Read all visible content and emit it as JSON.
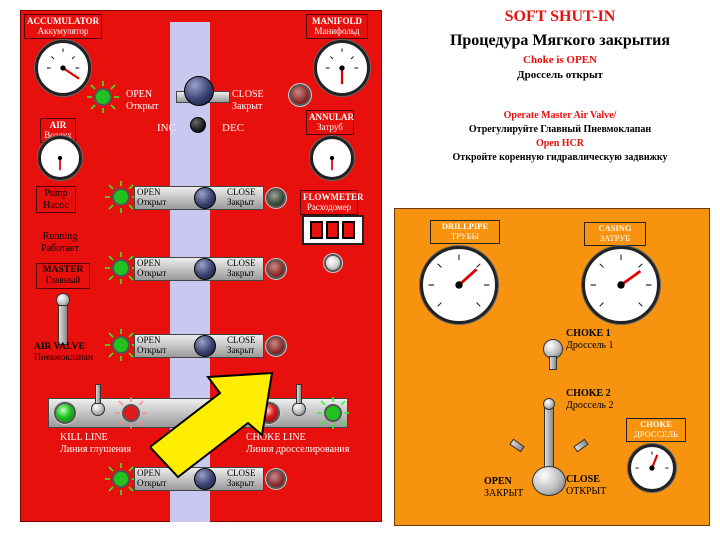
{
  "header": {
    "title_en": "SOFT SHUT-IN",
    "title_ru": "Процедура Мягкого закрытия",
    "status_en": "Choke is OPEN",
    "status_ru": "Дроссель открыт",
    "step_en": "Operate Master Air Valve/",
    "step_ru": "Отрегулируйте Главный Пневмоклапан",
    "step2_en": "Open HCR",
    "step2_ru": "Откройте коренную гидравлическую задвижку"
  },
  "left_panel": {
    "accumulator": {
      "en": "ACCUMULATOR",
      "ru": "Аккумулятор"
    },
    "manifold": {
      "en": "MANIFOLD",
      "ru": "Манифольд"
    },
    "air": {
      "en": "AIR",
      "ru": "Воздух"
    },
    "annular": {
      "en": "ANNULAR",
      "ru": "Затруб"
    },
    "pump": {
      "en": "Pump",
      "ru": "Насос"
    },
    "running": {
      "en": "Running",
      "ru": "Работает"
    },
    "flowmeter": {
      "en": "FLOWMETER",
      "ru": "Расходомер"
    },
    "master_air": {
      "en1": "MASTER",
      "ru1": "Главный",
      "en2": "AIR VALVE",
      "ru2": "Пневмоклапан"
    },
    "inc": "INC",
    "dec": "DEC",
    "kill_line": {
      "en": "KILL LINE",
      "ru": "Линия глушения"
    },
    "choke_line": {
      "en": "CHOKE LINE",
      "ru": "Линия дросселирования"
    },
    "valves": [
      {
        "open_en": "OPEN",
        "open_ru": "Открыт",
        "close_en": "CLOSE",
        "close_ru": "Закрыт"
      },
      {
        "open_en": "OPEN",
        "open_ru": "Открыт",
        "close_en": "CLOSE",
        "close_ru": "Закрыт"
      },
      {
        "open_en": "OPEN",
        "open_ru": "Открыт",
        "close_en": "CLOSE",
        "close_ru": "Закрыт"
      },
      {
        "open_en": "OPEN",
        "open_ru": "Открыт",
        "close_en": "CLOSE",
        "close_ru": "Закрыт"
      },
      {
        "open_en": "OPEN",
        "open_ru": "Открыт",
        "close_en": "CLOSE",
        "close_ru": "Закрыт"
      }
    ]
  },
  "right_panel": {
    "drillpipe": {
      "en": "DRILLPIPE",
      "ru": "ТРУБЫ"
    },
    "casing": {
      "en": "CASING",
      "ru": "ЗАТРУБ"
    },
    "choke1": {
      "en": "CHOKE 1",
      "ru": "Дроссель 1"
    },
    "choke2": {
      "en": "CHOKE 2",
      "ru": "Дроссель 2"
    },
    "choke_gauge": {
      "en": "CHOKE",
      "ru": "ДРОССЕЛЬ"
    },
    "open": {
      "en": "OPEN",
      "ru": "ЗАКРЫТ"
    },
    "close": {
      "en": "CLOSE",
      "ru": "ОТКРЫТ"
    }
  },
  "colors": {
    "panel_red": "#e8100c",
    "panel_orange": "#f7930f",
    "pipe": "#c8c8f0",
    "title": "#e8100c",
    "instruction": "#e8100c",
    "arrow": "#ffee00"
  }
}
